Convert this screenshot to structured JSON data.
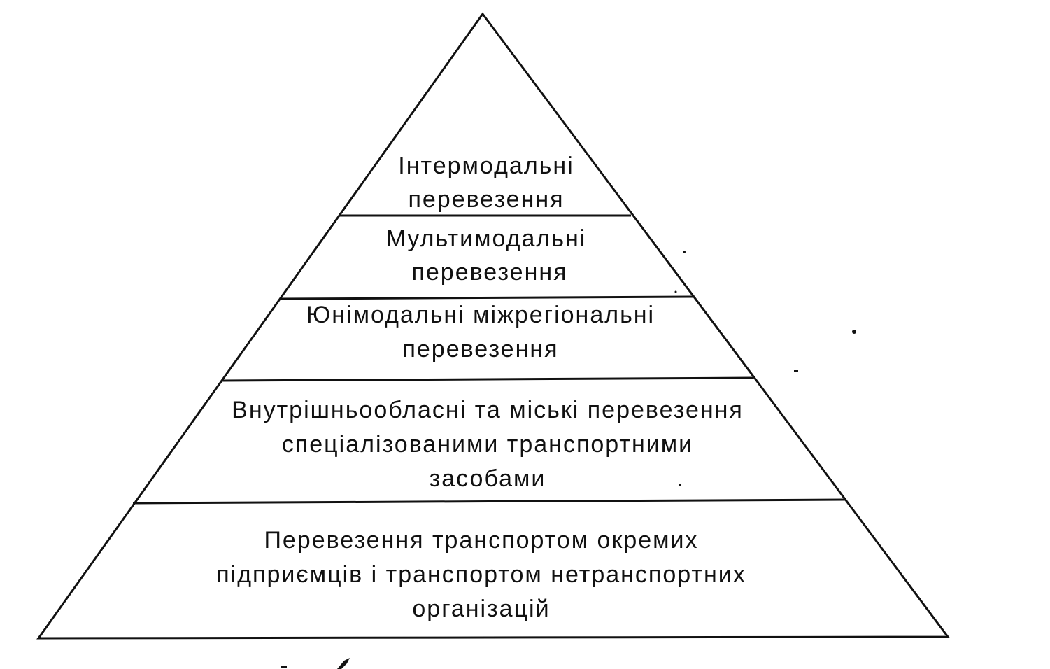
{
  "pyramid": {
    "levels": [
      {
        "lines": [
          "Інтермодальні",
          "перевезення"
        ]
      },
      {
        "lines": [
          "Мультимодальні",
          "перевезення"
        ]
      },
      {
        "lines": [
          "Юнімодальні міжрегіональні",
          "перевезення"
        ]
      },
      {
        "lines": [
          "Внутрішньообласні та міські перевезення",
          "спеціалізованими транспортними",
          "засобами"
        ]
      },
      {
        "lines": [
          "Перевезення транспортом окремих",
          "підприємців і транспортом нетранспортних",
          "організацій"
        ]
      }
    ]
  }
}
